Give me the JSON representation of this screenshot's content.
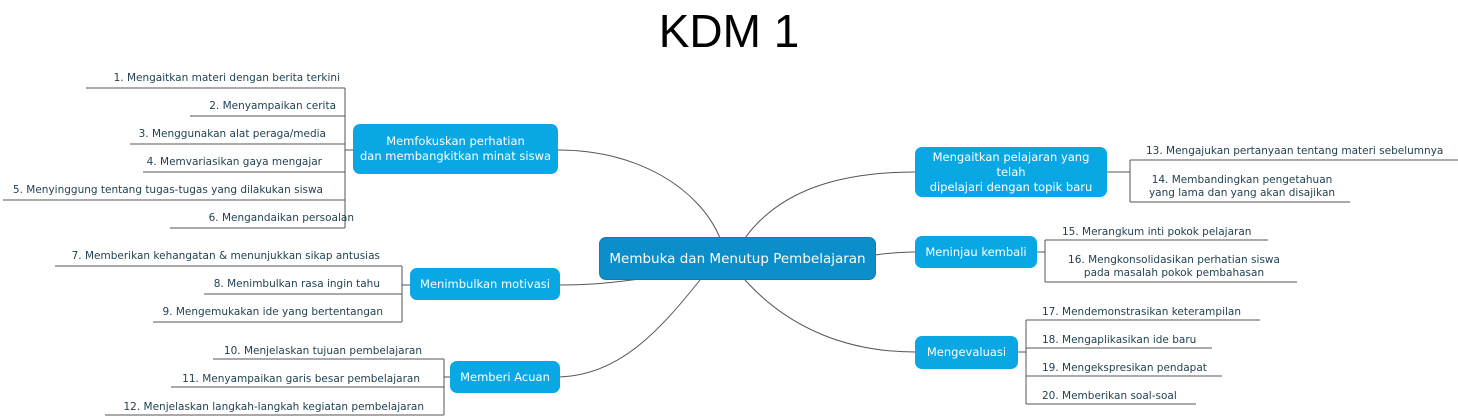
{
  "title": "KDM 1",
  "central": "Membuka dan Menutup Pembelajaran",
  "branches": {
    "b1": "Memfokuskan perhatian\ndan membangkitkan minat siswa",
    "b2": "Menimbulkan motivasi",
    "b3": "Memberi Acuan",
    "b4": "Mengaitkan pelajaran yang telah\ndipelajari dengan topik baru",
    "b5": "Meninjau kembali",
    "b6": "Mengevaluasi"
  },
  "leaves": {
    "l1": "1. Mengaitkan materi dengan berita terkini",
    "l2": "2. Menyampaikan cerita",
    "l3": "3. Menggunakan alat peraga/media",
    "l4": "4. Memvariasikan gaya mengajar",
    "l5": "5. Menyinggung tentang tugas-tugas yang dilakukan siswa",
    "l6": "6. Mengandaikan persoalan",
    "l7": "7. Memberikan kehangatan & menunjukkan sikap antusias",
    "l8": "8. Menimbulkan rasa ingin tahu",
    "l9": "9. Mengemukakan ide yang bertentangan",
    "l10": "10. Menjelaskan tujuan pembelajaran",
    "l11": "11. Menyampaikan garis besar pembelajaran",
    "l12": "12. Menjelaskan langkah-langkah kegiatan pembelajaran",
    "l13": "13. Mengajukan pertanyaan tentang materi sebelumnya",
    "l14": "14. Membandingkan pengetahuan\nyang lama dan yang akan disajikan",
    "l15": "15. Merangkum inti pokok pelajaran",
    "l16": "16. Mengkonsolidasikan perhatian siswa\npada masalah pokok pembahasan",
    "l17": "17. Mendemonstrasikan keterampilan",
    "l18": "18. Mengaplikasikan ide baru",
    "l19": "19. Mengekspresikan pendapat",
    "l20": "20. Memberikan soal-soal"
  },
  "colors": {
    "branch": "#0aa7e5",
    "central": "#0b8ec9",
    "line": "#555555",
    "leaf_text": "#1f3f4f"
  }
}
